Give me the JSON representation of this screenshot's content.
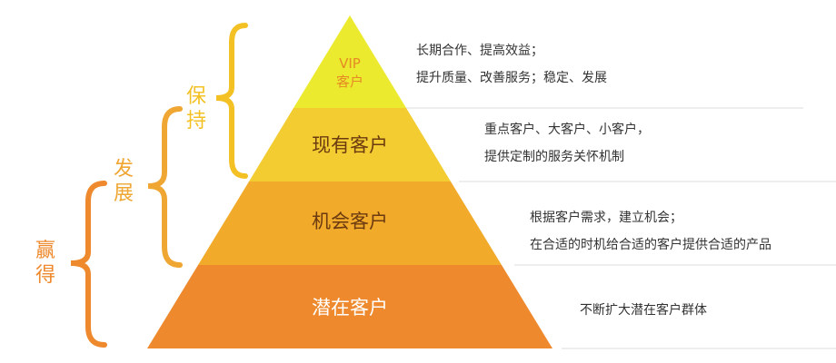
{
  "colors": {
    "tier_vip": "#ecea2e",
    "tier_existing": "#f2cc31",
    "tier_opportunity": "#f2aa2a",
    "tier_potential": "#ee8a2d",
    "brace_keep": "#f4c125",
    "brace_develop": "#efa632",
    "brace_win": "#ee8a2d",
    "label_dark": "#6b3a10",
    "label_light": "#ffffff",
    "label_vip": "#e58a24",
    "desc_text": "#333333",
    "rule_line": "#dddddd"
  },
  "pyramid": {
    "tiers": [
      {
        "id": "vip",
        "label": "VIP",
        "label_line2": "客户",
        "desc": [
          "长期合作、提高效益；",
          "提升质量、改善服务；稳定、发展"
        ]
      },
      {
        "id": "existing",
        "label": "现有客户",
        "desc": [
          "重点客户、大客户、小客户，",
          "提供定制的服务关怀机制"
        ]
      },
      {
        "id": "opportunity",
        "label": "机会客户",
        "desc": [
          "根据客户需求，建立机会；",
          "在合适的时机给合适的客户提供合适的产品"
        ]
      },
      {
        "id": "potential",
        "label": "潜在客户",
        "desc": [
          "不断扩大潜在客户群体"
        ]
      }
    ]
  },
  "braces": [
    {
      "id": "keep",
      "label": "保持"
    },
    {
      "id": "develop",
      "label": "发展"
    },
    {
      "id": "win",
      "label": "赢得"
    }
  ]
}
